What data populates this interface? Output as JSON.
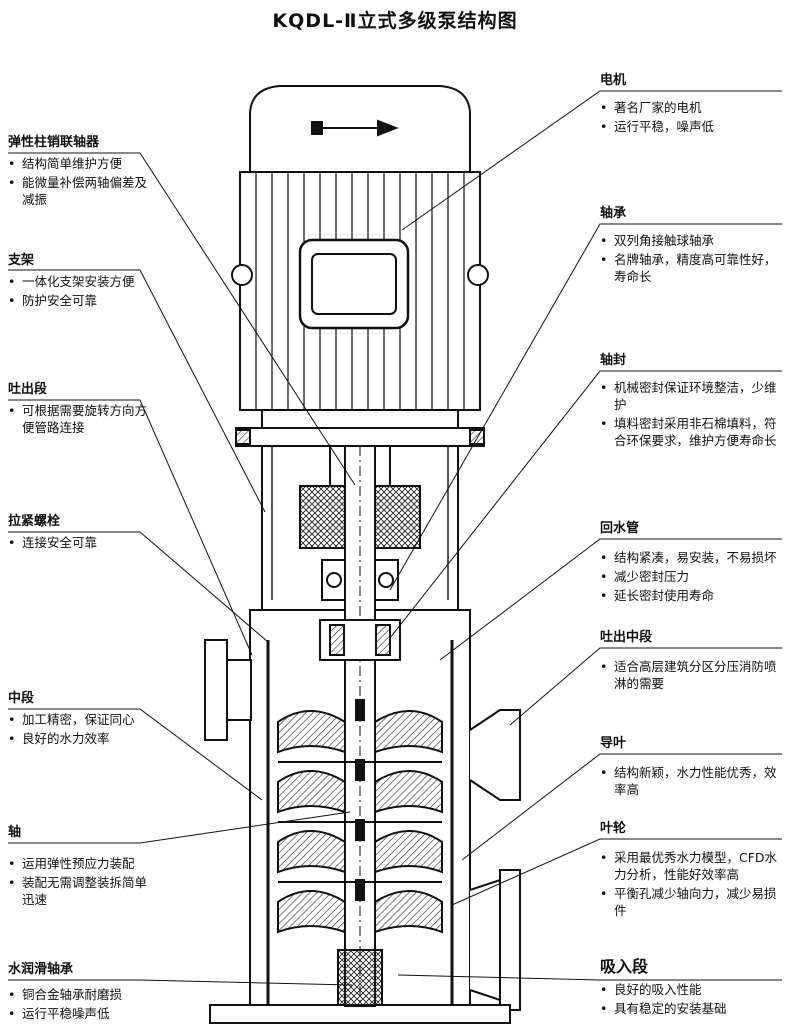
{
  "title": "KQDL-Ⅱ立式多级泵结构图",
  "left_labels": [
    {
      "head": "弹性柱销联轴器",
      "items": [
        "结构简单维护方便",
        "能微量补偿两轴偏差及减振"
      ]
    },
    {
      "head": "支架",
      "items": [
        "一体化支架安装方便",
        "防护安全可靠"
      ]
    },
    {
      "head": "吐出段",
      "items": [
        "可根据需要旋转方向方便管路连接"
      ]
    },
    {
      "head": "拉紧螺栓",
      "items": [
        "连接安全可靠"
      ]
    },
    {
      "head": "中段",
      "items": [
        "加工精密，保证同心",
        "良好的水力效率"
      ]
    },
    {
      "head": "轴",
      "items": [
        "运用弹性预应力装配",
        "装配无需调整装拆简单迅速"
      ]
    },
    {
      "head": "水润滑轴承",
      "items": [
        "铜合金轴承耐磨损",
        "运行平稳噪声低"
      ]
    }
  ],
  "right_labels": [
    {
      "head": "电机",
      "items": [
        "著名厂家的电机",
        "运行平稳，噪声低"
      ]
    },
    {
      "head": "轴承",
      "items": [
        "双列角接触球轴承",
        "名牌轴承，精度高可靠性好，寿命长"
      ]
    },
    {
      "head": "轴封",
      "items": [
        "机械密封保证环境整洁，少维护",
        "填料密封采用非石棉填料，符合环保要求，维护方便寿命长"
      ]
    },
    {
      "head": "回水管",
      "items": [
        "结构紧凑，易安装，不易损坏",
        "减少密封压力",
        "延长密封使用寿命"
      ]
    },
    {
      "head": "吐出中段",
      "items": [
        "适合高层建筑分区分压消防喷淋的需要"
      ]
    },
    {
      "head": "导叶",
      "items": [
        "结构新颖，水力性能优秀，效率高"
      ]
    },
    {
      "head": "叶轮",
      "items": [
        "采用最优秀水力模型，CFD水力分析，性能好效率高",
        "平衡孔减少轴向力，减少易损件"
      ]
    },
    {
      "head": "吸入段",
      "items": [
        "良好的吸入性能",
        "具有稳定的安装基础"
      ]
    }
  ]
}
